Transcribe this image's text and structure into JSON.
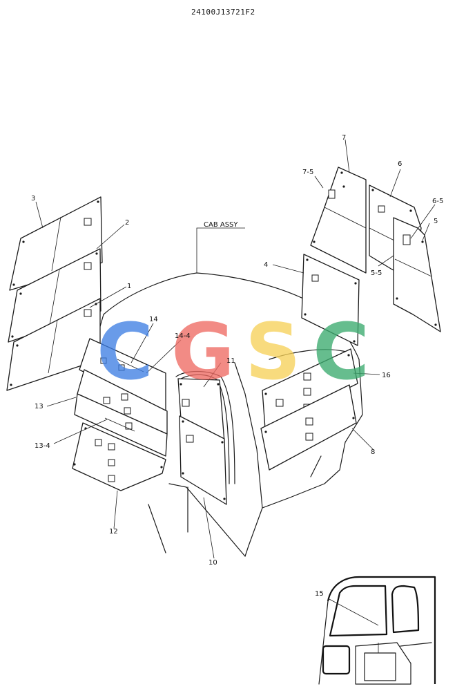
{
  "drawing_number": "24100J13721F2",
  "cab_label": "CAB ASSY",
  "watermark": {
    "letters": [
      "C",
      "G",
      "S",
      "C"
    ],
    "colors": [
      "#3f7fe3",
      "#ef6b63",
      "#f7d25a",
      "#3cab6f"
    ]
  },
  "callouts": {
    "c1": "1",
    "c2": "2",
    "c3": "3",
    "c4": "4",
    "c5": "5",
    "c5_5": "5-5",
    "c6": "6",
    "c6_5": "6-5",
    "c7": "7",
    "c7_5": "7-5",
    "c8": "8",
    "c10": "10",
    "c11": "11",
    "c12": "12",
    "c13": "13",
    "c13_4": "13-4",
    "c14": "14",
    "c14_4": "14-4",
    "c15": "15",
    "c16": "16"
  }
}
